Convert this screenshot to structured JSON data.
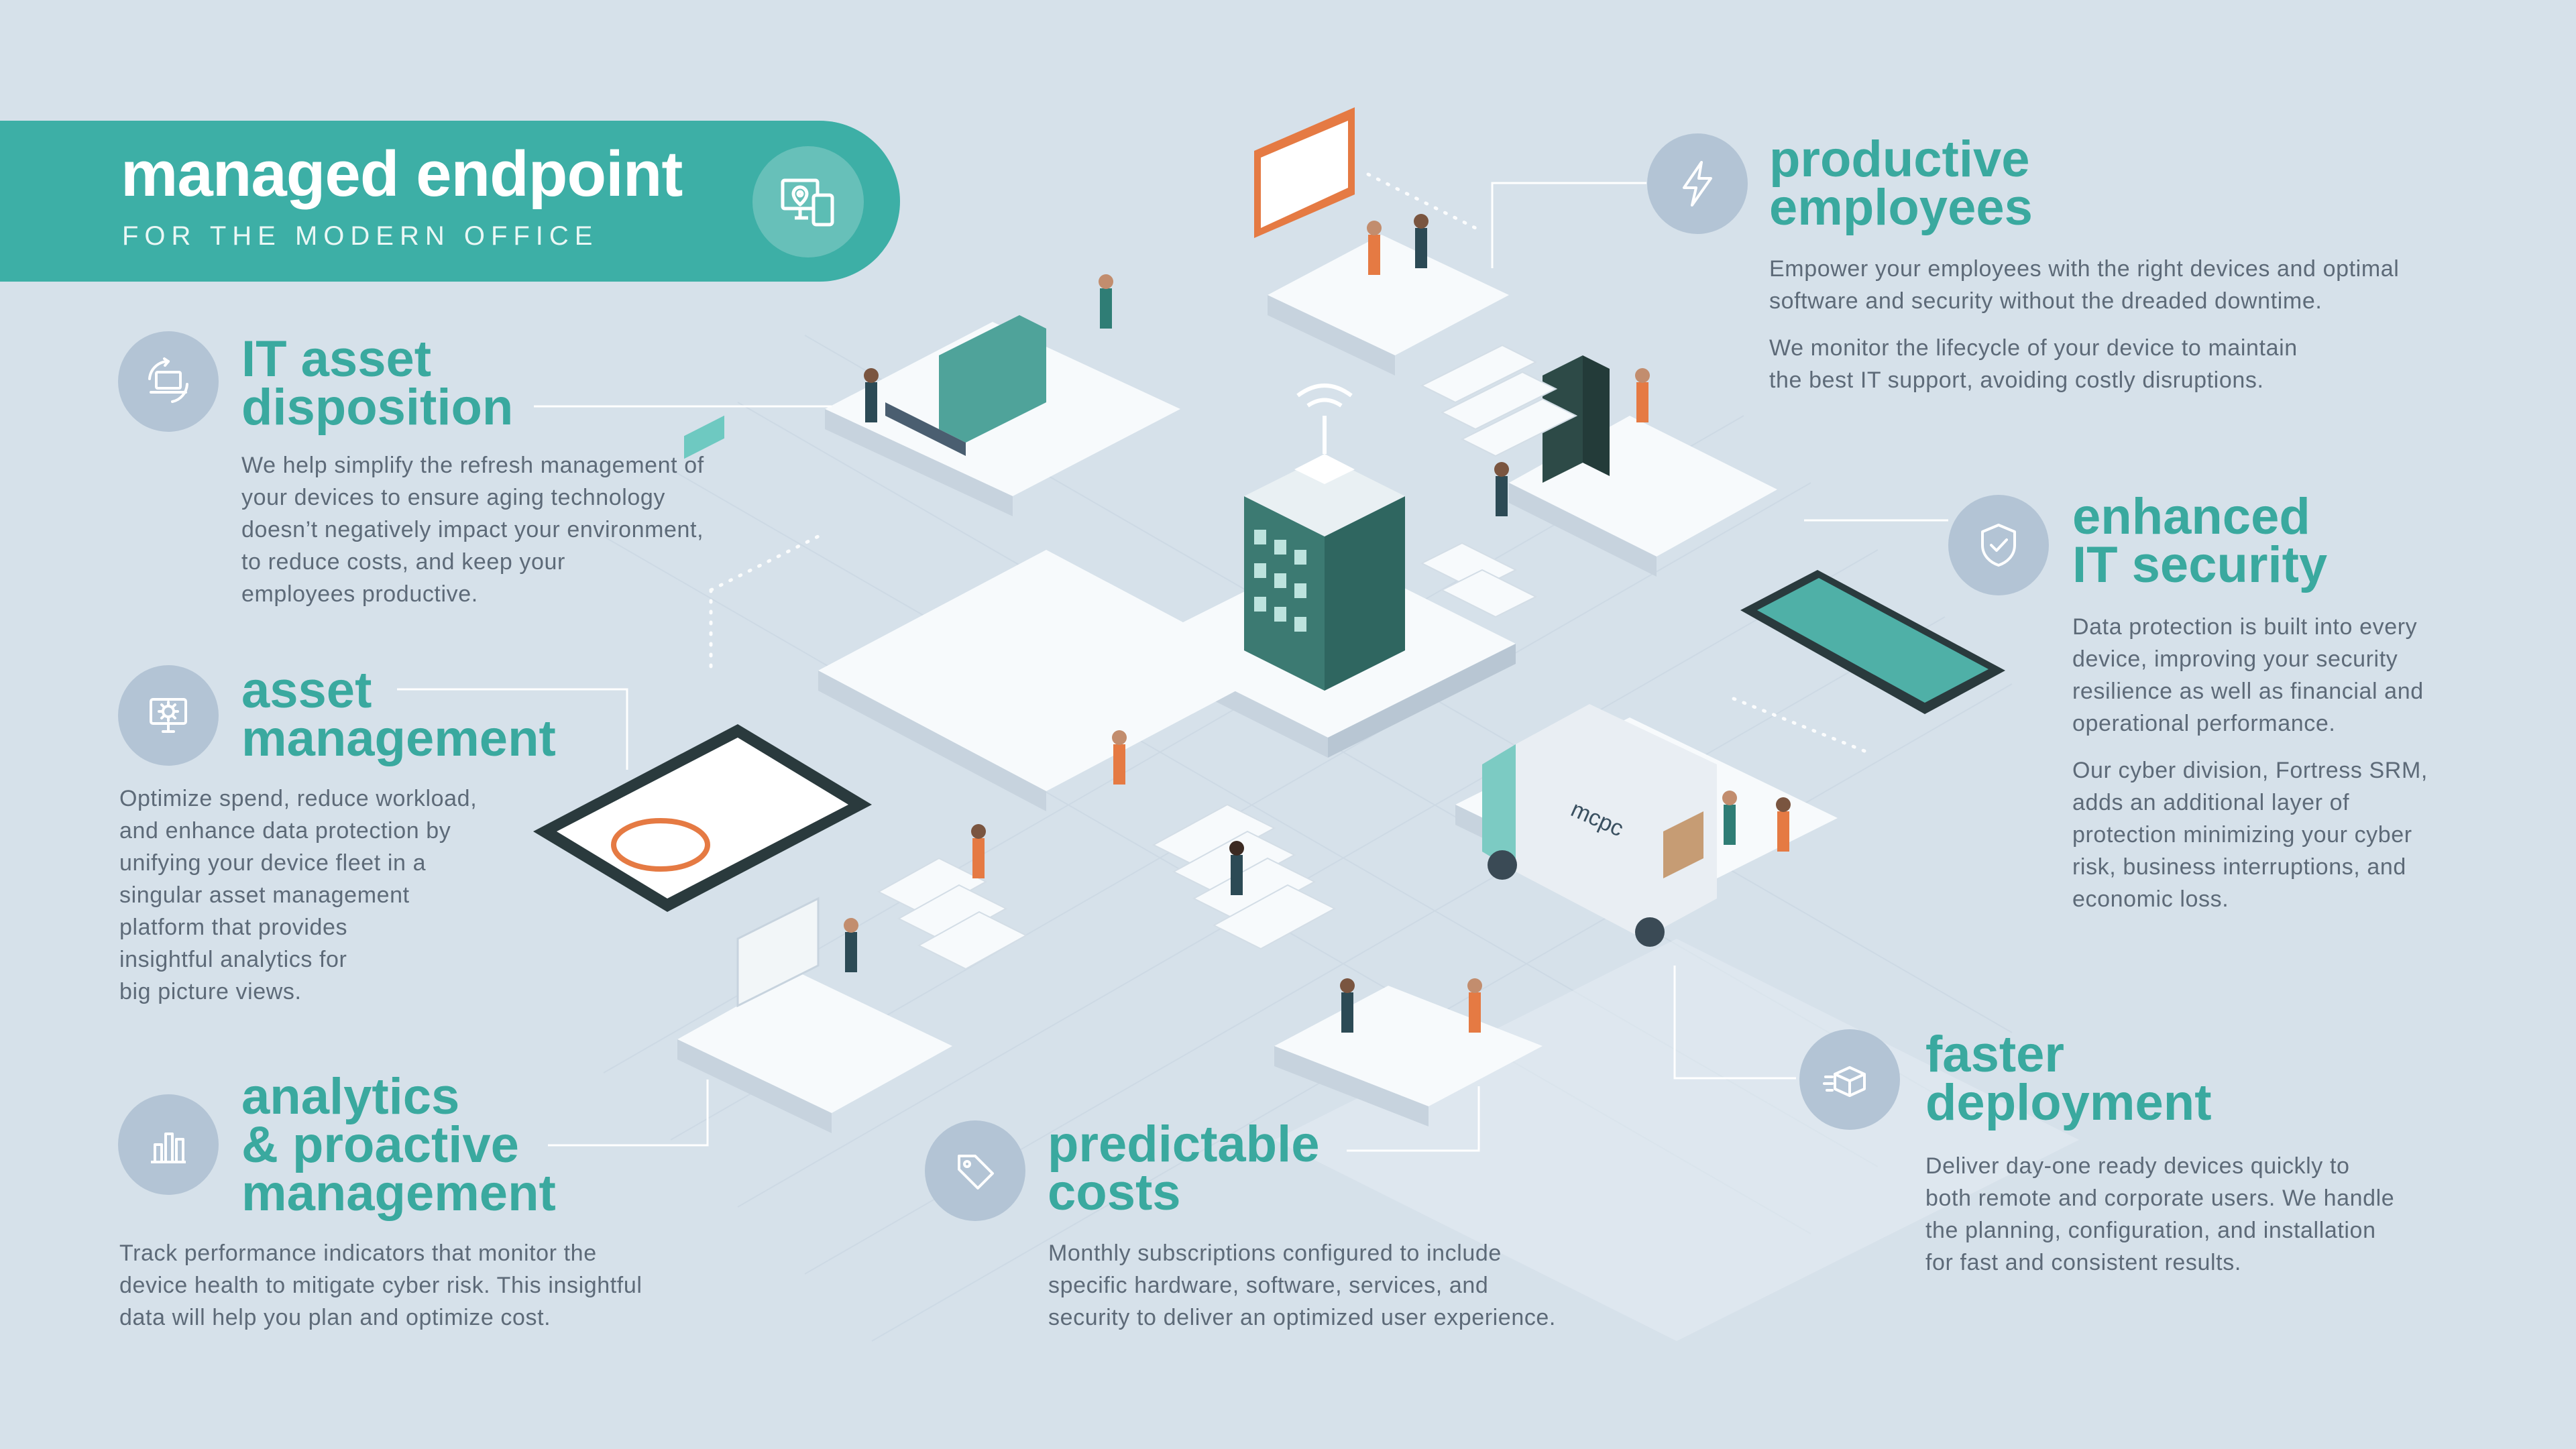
{
  "header": {
    "title": "managed endpoint",
    "subtitle": "FOR THE MODERN OFFICE",
    "icon": "devices-icon"
  },
  "colors": {
    "accent": "#3aa99f",
    "banner": "#3dafa6",
    "background": "#d6e1ea",
    "icon_circle": "#b3c4d5",
    "body_text": "#5d6a78"
  },
  "truck": {
    "brand": "mcpc"
  },
  "features": {
    "it_asset_disposition": {
      "icon": "laptop-refresh-icon",
      "title_line1": "IT asset",
      "title_line2": "disposition",
      "desc_lines": [
        "We help simplify the refresh management of",
        "your devices to ensure aging technology",
        "doesn’t negatively impact your environment,",
        "to reduce costs, and keep your",
        "employees productive."
      ]
    },
    "asset_management": {
      "icon": "gear-monitor-icon",
      "title_line1": "asset",
      "title_line2": "management",
      "desc_lines": [
        "Optimize spend, reduce workload,",
        "and enhance data protection by",
        "unifying your device fleet in a",
        "singular asset management",
        "platform that provides",
        "insightful analytics for",
        "big picture views."
      ]
    },
    "analytics": {
      "icon": "bar-chart-icon",
      "title_line1": "analytics",
      "title_line2": "& proactive",
      "title_line3": "management",
      "desc_lines": [
        "Track performance indicators that monitor the",
        "device health to mitigate cyber risk. This insightful",
        "data will help you plan and optimize cost."
      ]
    },
    "predictable_costs": {
      "icon": "price-tag-icon",
      "title_line1": "predictable",
      "title_line2": "costs",
      "desc_lines": [
        "Monthly subscriptions configured to include",
        "specific hardware, software, services, and",
        "security to deliver an optimized user experience."
      ]
    },
    "productive_employees": {
      "icon": "lightning-bolt-icon",
      "title_line1": "productive",
      "title_line2": "employees",
      "para1_lines": [
        "Empower your employees with the right devices and optimal",
        "software and security without the dreaded downtime."
      ],
      "para2_lines": [
        "We monitor the lifecycle of your device to maintain",
        "the best IT support, avoiding costly disruptions."
      ]
    },
    "enhanced_security": {
      "icon": "shield-check-icon",
      "title_line1": "enhanced",
      "title_line2": "IT security",
      "para1_lines": [
        "Data protection is built into every",
        "device, improving your security",
        "resilience as well as financial and",
        "operational performance."
      ],
      "para2_lines": [
        "Our cyber division, Fortress SRM,",
        "adds an additional layer of",
        "protection minimizing your cyber",
        "risk, business interruptions, and",
        "economic loss."
      ]
    },
    "faster_deployment": {
      "icon": "fast-box-icon",
      "title_line1": "faster",
      "title_line2": "deployment",
      "desc_lines": [
        "Deliver day-one ready devices quickly to",
        "both remote and corporate users. We handle",
        "the planning, configuration, and installation",
        "for fast and consistent results."
      ]
    }
  }
}
